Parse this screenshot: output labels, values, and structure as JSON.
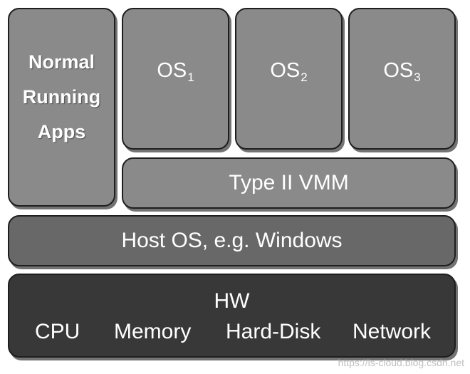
{
  "apps": {
    "lines": [
      "Normal",
      "Running",
      "Apps"
    ]
  },
  "guest_os": [
    {
      "label": "OS",
      "sub": "1"
    },
    {
      "label": "OS",
      "sub": "2"
    },
    {
      "label": "OS",
      "sub": "3"
    }
  ],
  "vmm": {
    "label": "Type II VMM"
  },
  "host_os": {
    "label": "Host OS, e.g. Windows"
  },
  "hardware": {
    "title": "HW",
    "items": [
      "CPU",
      "Memory",
      "Hard-Disk",
      "Network"
    ]
  },
  "watermark": "https://is-cloud.blog.csdn.net",
  "colors": {
    "light_box": "#8a8a8a",
    "mid_box": "#686868",
    "dark_box": "#383838",
    "border": "#1e1e1e"
  }
}
